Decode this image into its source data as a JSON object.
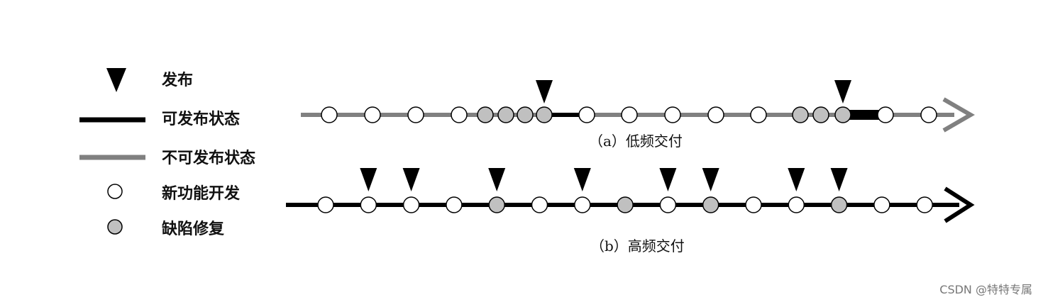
{
  "legend": {
    "release": "发布",
    "releasable": "可发布状态",
    "not_releasable": "不可发布状态",
    "new_feature": "新功能开发",
    "bug_fix": "缺陷修复"
  },
  "captions": {
    "low": "（a）低频交付",
    "high": "（b）高频交付"
  },
  "watermark": "CSDN @特特专属",
  "colors": {
    "releasable_line": "#000000",
    "not_releasable_line": "#808080",
    "feature_fill": "#ffffff",
    "bugfix_fill": "#c0c0c0",
    "marker": "#000000"
  },
  "timelines": {
    "low": {
      "events": [
        "feature",
        "feature",
        "feature",
        "feature",
        "bugfix",
        "bugfix",
        "bugfix",
        "bugfix",
        "feature",
        "feature",
        "feature",
        "feature",
        "feature",
        "bugfix",
        "bugfix",
        "bugfix",
        "feature",
        "feature"
      ],
      "release_after": [
        7,
        15
      ],
      "releasable_segments": [
        [
          7,
          8
        ],
        [
          15,
          16
        ]
      ]
    },
    "high": {
      "events": [
        "feature",
        "feature",
        "feature",
        "feature",
        "bugfix",
        "feature",
        "feature",
        "bugfix",
        "feature",
        "bugfix",
        "feature",
        "feature",
        "bugfix",
        "feature",
        "feature"
      ],
      "release_after": [
        1,
        2,
        4,
        6,
        8,
        9,
        11,
        12
      ]
    }
  }
}
